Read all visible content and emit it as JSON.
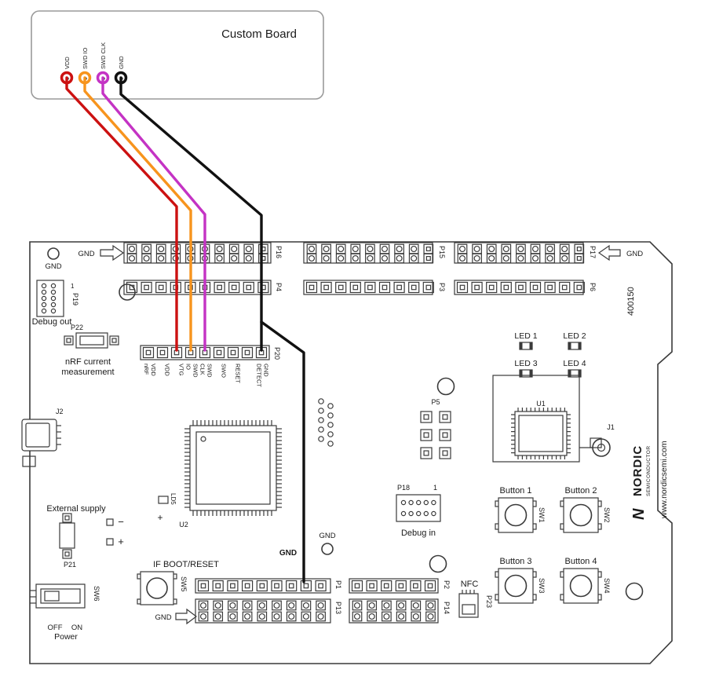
{
  "custom_board": {
    "title": "Custom Board",
    "pins": [
      {
        "label": "VDD",
        "color": "#cc1111"
      },
      {
        "label": "SWD IO",
        "color": "#f7941d"
      },
      {
        "label": "SWD CLK",
        "color": "#c433c4"
      },
      {
        "label": "GND",
        "color": "#111111"
      }
    ]
  },
  "top": {
    "gnd_left": "GND",
    "gnd_right": "GND",
    "row1_refs": [
      "P16",
      "P15",
      "P17"
    ],
    "row2_refs": [
      "P4",
      "P3",
      "P6"
    ]
  },
  "left": {
    "gnd_hole": "GND",
    "debug_out": {
      "title": "Debug out",
      "ref": "P19",
      "pin1": "1"
    },
    "current": {
      "ref": "P22",
      "line1": "nRF current",
      "line2": "measurement"
    },
    "usb_ref": "J2",
    "supply": {
      "title": "External supply",
      "ref": "P21",
      "minus": "−",
      "plus": "+"
    },
    "power": {
      "ref": "SW6",
      "off": "OFF",
      "on": "ON",
      "label": "Power"
    }
  },
  "p20": {
    "ref": "P20",
    "labels": [
      [
        "VDD",
        "nRF"
      ],
      [
        "VDD",
        ""
      ],
      [
        "VTG",
        ""
      ],
      [
        "SWD",
        "IO"
      ],
      [
        "SWD",
        "CLK"
      ],
      [
        "SWO",
        ""
      ],
      [
        "RESET",
        ""
      ],
      [
        "GND",
        "DETECT"
      ]
    ]
  },
  "mcu": {
    "ref": "U2",
    "led_ref": "LD5",
    "plus": "+"
  },
  "middle": {
    "gnd_label": "GND",
    "gnd_wire_label": "GND",
    "p5_ref": "P5",
    "debug_in": {
      "title": "Debug in",
      "ref": "P18",
      "pin1": "1"
    }
  },
  "reset_btn": {
    "title": "IF BOOT/RESET",
    "ref": "SW5"
  },
  "bottom": {
    "p1": "P1",
    "p13": "P13",
    "p2": "P2",
    "p14": "P14",
    "gnd": "GND",
    "nfc": {
      "title": "NFC",
      "ref": "P23"
    }
  },
  "right": {
    "part_number": "400150",
    "leds": [
      "LED 1",
      "LED 2",
      "LED 3",
      "LED 4"
    ],
    "radio": {
      "ref": "U1",
      "antenna": "J1"
    },
    "buttons": [
      {
        "label": "Button 1",
        "ref": "SW1"
      },
      {
        "label": "Button 2",
        "ref": "SW2"
      },
      {
        "label": "Button 3",
        "ref": "SW3"
      },
      {
        "label": "Button 4",
        "ref": "SW4"
      }
    ],
    "brand": {
      "logo_letter": "N",
      "name": "NORDIC",
      "sub": "SEMICONDUCTOR",
      "url": "www.nordicsemi.com"
    }
  }
}
